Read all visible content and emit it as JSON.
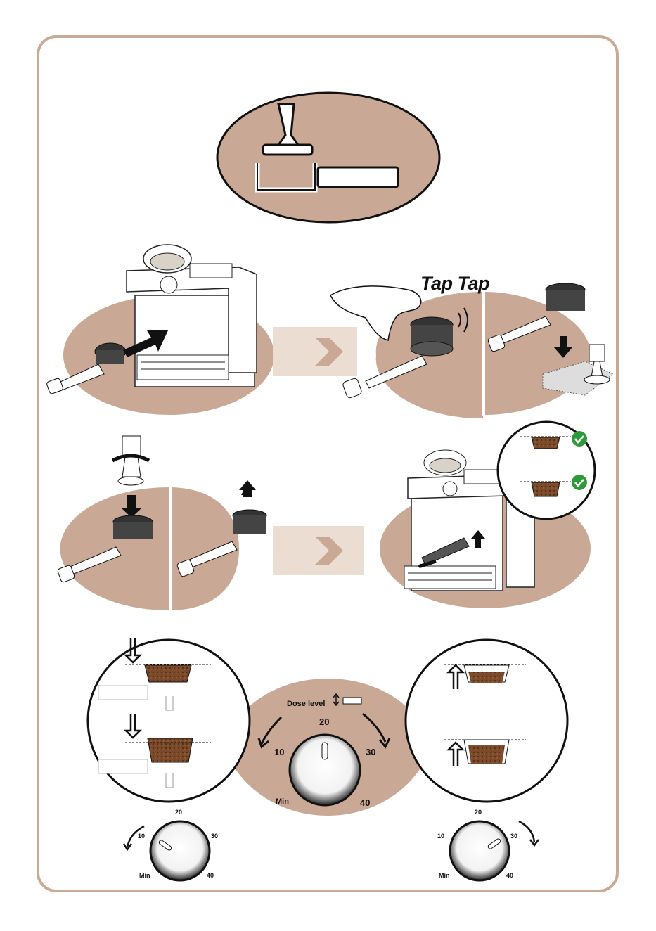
{
  "page": {
    "accent_color": "#c9a995",
    "frame_color": "#caa995",
    "ok_color": "#2e9a3a"
  },
  "tap_text": "Tap Tap",
  "dose": {
    "label": "Dose level",
    "ticks": {
      "min": "Min",
      "t10": "10",
      "t20": "20",
      "t30": "30",
      "t40": "40"
    }
  },
  "small_dial_left": {
    "min": "Min",
    "t10": "10",
    "t20": "20",
    "t30": "30",
    "t40": "40"
  },
  "small_dial_right": {
    "min": "Min",
    "t10": "10",
    "t20": "20",
    "t30": "30",
    "t40": "40"
  },
  "icons": [
    "tamper-portafilter-icon",
    "espresso-machine-icon",
    "hand-tap-icon",
    "tamper-icon",
    "check-icon",
    "dose-dial-icon",
    "arrow-icon"
  ]
}
